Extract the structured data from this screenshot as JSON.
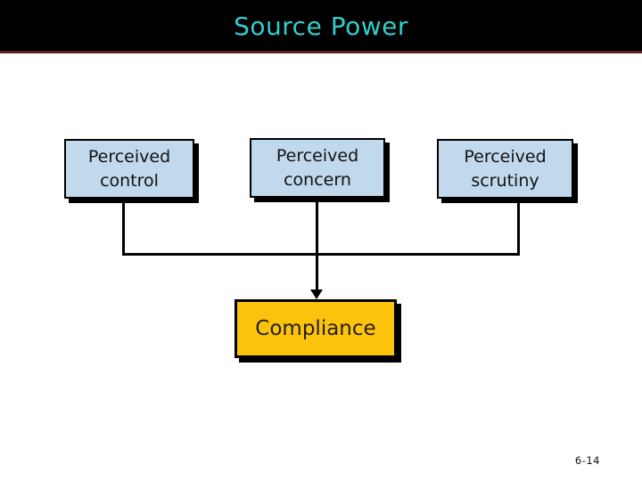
{
  "slide": {
    "title": "Source Power",
    "page_number": "6-14"
  },
  "colors": {
    "body_bg": "#ffffff",
    "header_bg": "#000000",
    "header_rule": "#5f2222",
    "title_text": "#33cccc",
    "source_box_fill": "#c1d9ec",
    "outcome_box_fill": "#fcc30d",
    "box_border": "#000000",
    "box_text": "#121212",
    "outcome_text": "#241e1b",
    "connector": "#000000"
  },
  "diagram": {
    "source_boxes": [
      {
        "label": "Perceived\ncontrol"
      },
      {
        "label": "Perceived\nconcern"
      },
      {
        "label": "Perceived\nscrutiny"
      }
    ],
    "outcome_box": {
      "label": "Compliance"
    }
  }
}
